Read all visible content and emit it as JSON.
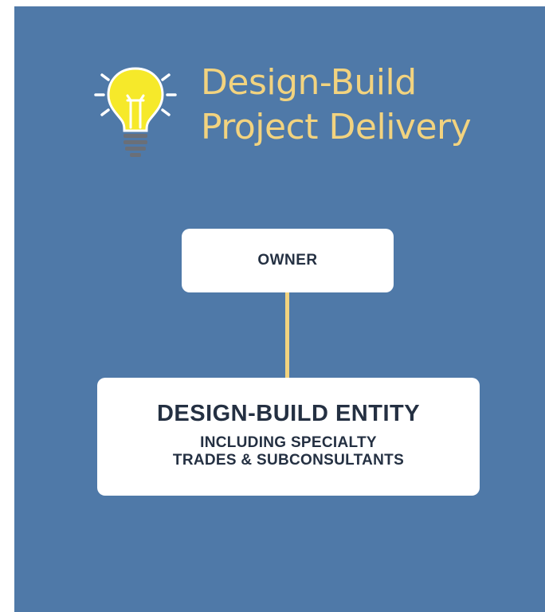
{
  "header": {
    "icon": "lightbulb-icon",
    "title_line1": "Design-Build",
    "title_line2": "Project Delivery"
  },
  "diagram": {
    "owner_label": "OWNER",
    "entity_title": "DESIGN-BUILD ENTITY",
    "entity_subtitle_line1": "INCLUDING SPECIALTY",
    "entity_subtitle_line2": "TRADES & SUBCONSULTANTS"
  },
  "colors": {
    "background": "#4f79a8",
    "accent": "#f2d37f",
    "box": "#ffffff",
    "text_dark": "#243042",
    "bulb": "#f6e92a"
  }
}
